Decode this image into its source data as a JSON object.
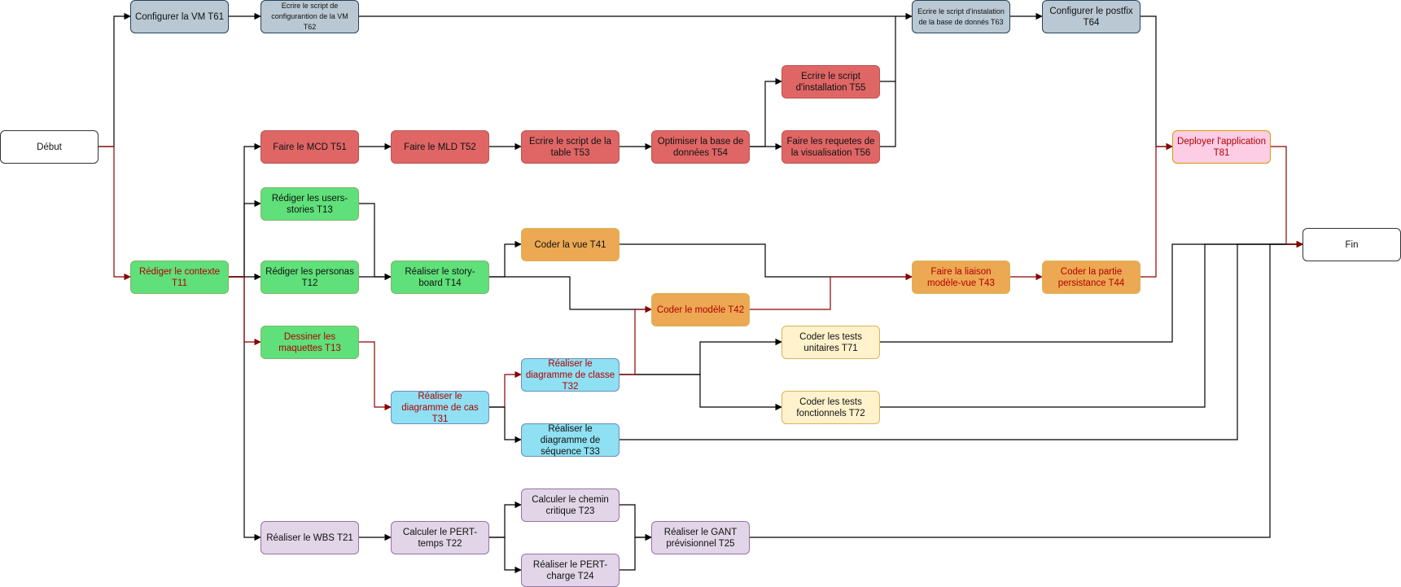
{
  "diagram": {
    "nodes": {
      "debut": "Début",
      "t61": "Configurer la VM T61",
      "t62": "Ecrire le script de configurantion de la VM T62",
      "t63": "Ecrire le script d'instalation de la base de donnés T63",
      "t64": "Configurer le postfix T64",
      "t51": "Faire le MCD T51",
      "t52": "Faire le MLD T52",
      "t53": "Ecrire le script de la table T53",
      "t54": "Optimiser la base de données T54",
      "t55": "Ecrire le script d'installation T55",
      "t56": "Faire les requetes de la visualisation T56",
      "t11": "Rédiger le contexte T11",
      "t13a": "Rédiger les users-stories T13",
      "t12": "Rédiger les personas T12",
      "t13b": "Dessiner les maquettes T13",
      "t14": "Réaliser le story-board T14",
      "t41": "Coder la vue T41",
      "t42": "Coder le modèle T42",
      "t43": "Faire la liaison modèle-vue T43",
      "t44": "Coder la partie persistance T44",
      "t81": "Deployer l'application T81",
      "fin": "Fin",
      "t31": "Réaliser le diagramme de cas T31",
      "t32": "Réaliser le diagramme de classe T32",
      "t33": "Réaliser le diagramme de séquence T33",
      "t71": "Coder les tests unitaires T71",
      "t72": "Coder les tests fonctionnels T72",
      "t21": "Réaliser le WBS T21",
      "t22": "Calculer le PERT-temps T22",
      "t23": "Calculer le chemin critique T23",
      "t24": "Réaliser le PERT-charge T24",
      "t25": "Réaliser le GANT prévisionnel T25"
    },
    "colors": {
      "black_edge": "#000000",
      "red_edge": "#8b0000",
      "red_text": "#b20000"
    }
  }
}
